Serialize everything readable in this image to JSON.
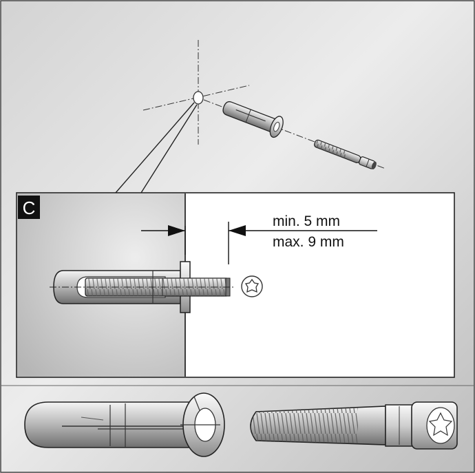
{
  "detail": {
    "badge": "C",
    "dimension_min": "min. 5 mm",
    "dimension_max": "max. 9 mm"
  },
  "colors": {
    "background_light": "#e9e9e9",
    "background_dark": "#bdbdbd",
    "panel": "#ffffff",
    "badge_bg": "#111111",
    "line": "#1a1a1a"
  },
  "icons": {
    "drive": "torx-drive-icon"
  }
}
